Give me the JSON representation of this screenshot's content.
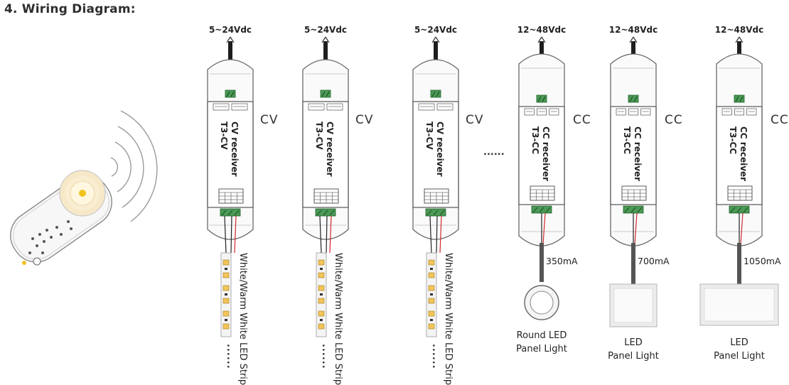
{
  "heading": "4. Wiring Diagram:",
  "ellipsis_between": "......",
  "units": [
    {
      "voltage": "5~24Vdc",
      "mode": "CV",
      "receiver": "CV receiver",
      "model": "T3-CV",
      "load_label": "White/Warm White LED Strip",
      "load_dots": "......",
      "load": "strip"
    },
    {
      "voltage": "5~24Vdc",
      "mode": "CV",
      "receiver": "CV receiver",
      "model": "T3-CV",
      "load_label": "White/Warm White LED Strip",
      "load_dots": "......",
      "load": "strip"
    },
    {
      "voltage": "5~24Vdc",
      "mode": "CV",
      "receiver": "CV receiver",
      "model": "T3-CV",
      "load_label": "White/Warm White LED Strip",
      "load_dots": "......",
      "load": "strip"
    },
    {
      "voltage": "12~48Vdc",
      "mode": "CC",
      "receiver": "CC receiver",
      "model": "T3-CC",
      "current": "350mA",
      "load_label": [
        "Round LED",
        "Panel Light"
      ],
      "load": "round"
    },
    {
      "voltage": "12~48Vdc",
      "mode": "CC",
      "receiver": "CC receiver",
      "model": "T3-CC",
      "current": "700mA",
      "load_label": [
        "LED",
        "Panel Light"
      ],
      "load": "panel-small"
    },
    {
      "voltage": "12~48Vdc",
      "mode": "CC",
      "receiver": "CC receiver",
      "model": "T3-CC",
      "current": "1050mA",
      "load_label": [
        "LED",
        "Panel Light"
      ],
      "load": "panel-large"
    }
  ],
  "colors": {
    "line": "#333333",
    "red": "#d0282d",
    "green": "#2e8b3a",
    "warm": "#f2c45a",
    "text": "#222222"
  }
}
